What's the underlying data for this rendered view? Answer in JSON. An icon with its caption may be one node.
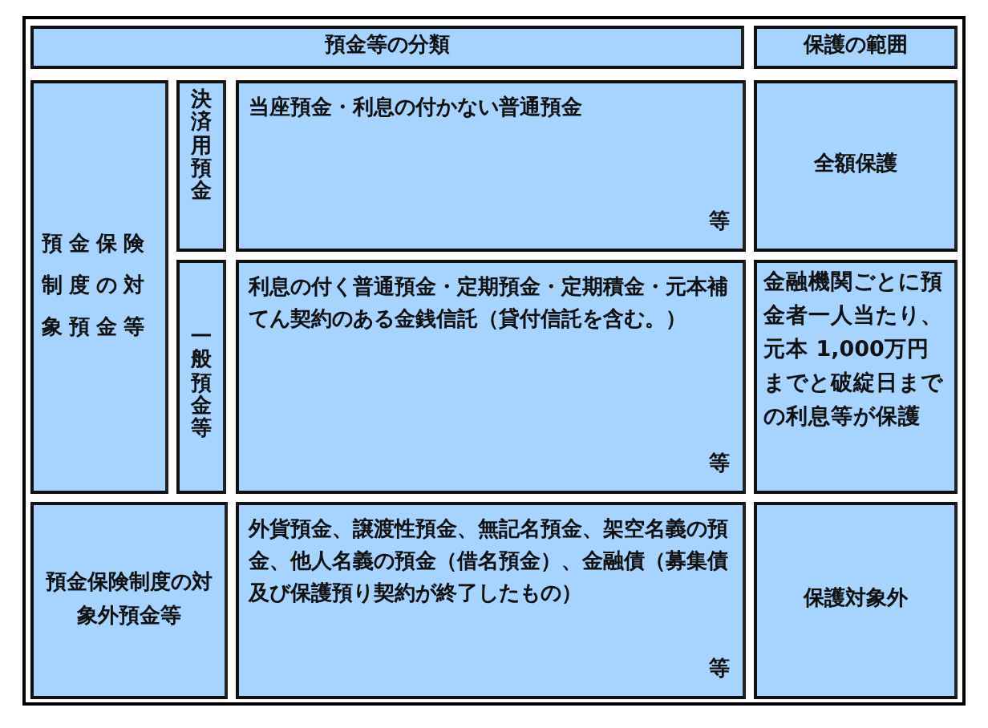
{
  "diagram": {
    "nodes": [
      {
        "text": [
          "預金等の分類"
        ]
      },
      {
        "text": [
          "保護の範囲"
        ]
      },
      {
        "text": [
          "預金保険制度の対象預金等"
        ]
      },
      {
        "text": [
          "決済用預金"
        ]
      },
      {
        "text": [
          "当座預金・利息の付かない普通預金",
          "等"
        ]
      },
      {
        "text": [
          "全額保護"
        ]
      },
      {
        "text": [
          "一般預金等"
        ]
      },
      {
        "text": [
          "利息の付く普通預金・定期預金・定期積金・元本補てん契約のある金銭信託（貸付信託を含む。）",
          "等"
        ]
      },
      {
        "text": [
          "金融機関ごとに預金者一人当たり、元本 1,000万円までと破綻日までの利息等が保護"
        ]
      },
      {
        "text": [
          "預金保険制度の対象外預金等"
        ]
      },
      {
        "text": [
          "外貨預金、譲渡性預金、無記名預金、架空名義の預金、他人名義の預金（借名預金）、金融債（募集債及び保護預り契約が終了したもの）",
          "等"
        ]
      },
      {
        "text": [
          "保護対象外"
        ]
      }
    ]
  }
}
